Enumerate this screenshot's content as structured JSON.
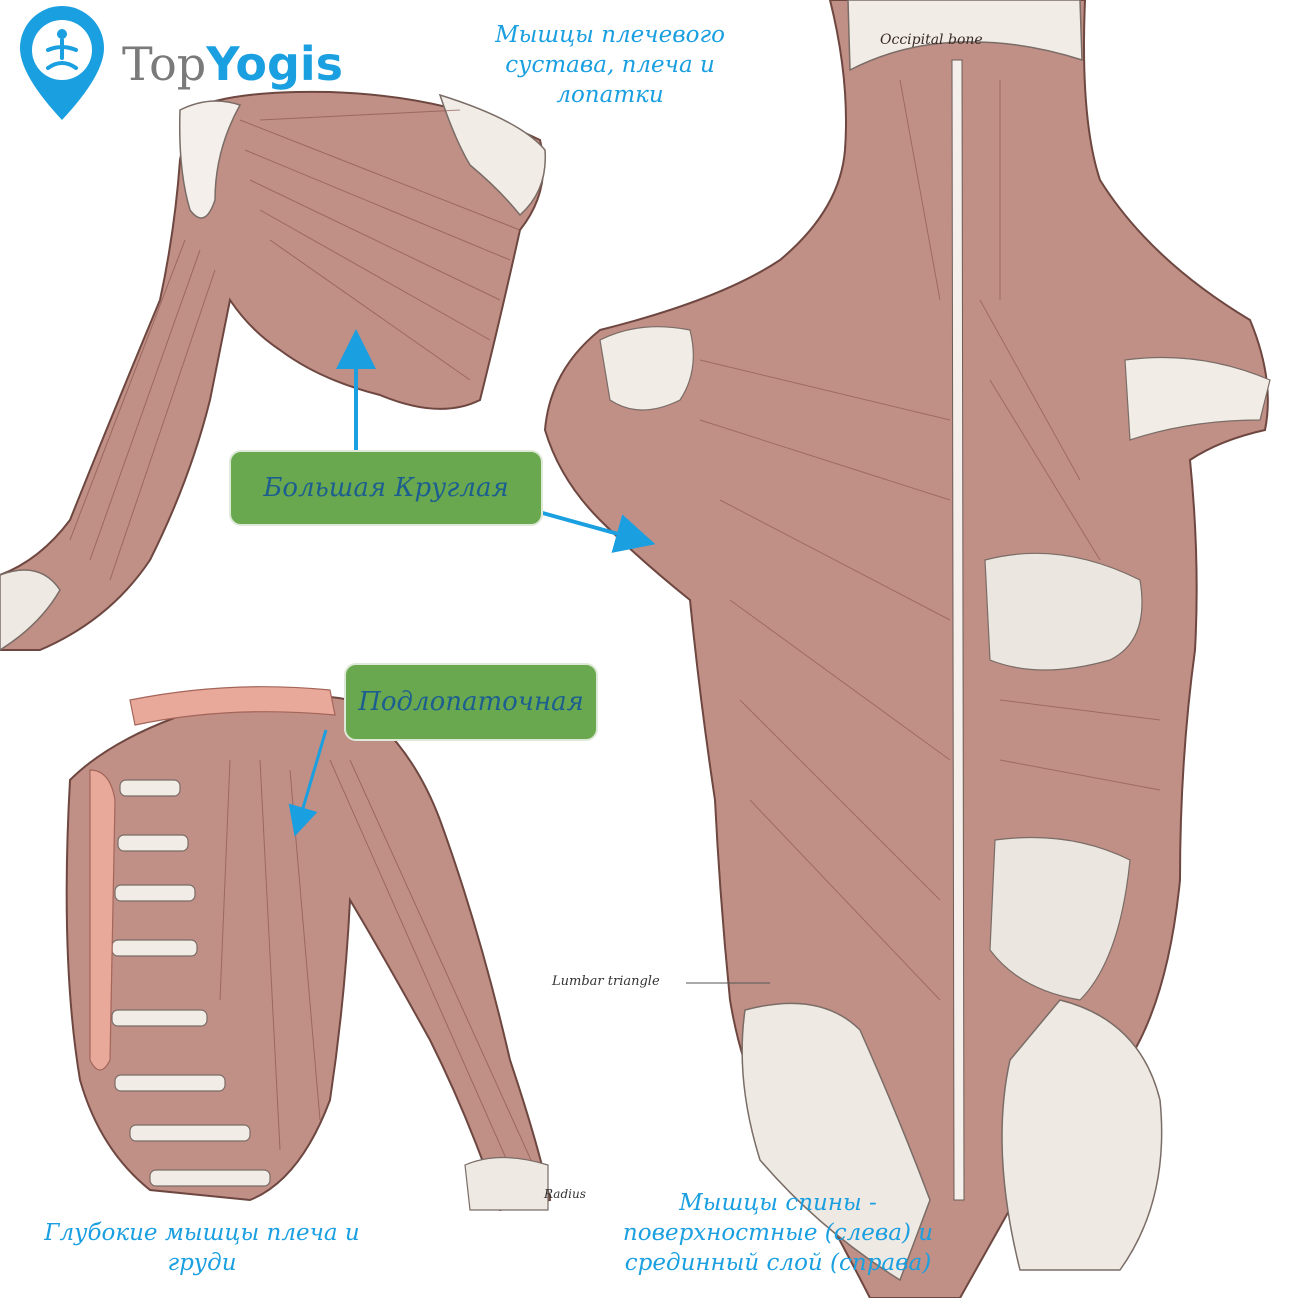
{
  "logo": {
    "brand_top": "Top",
    "brand_yogis": "Yogis",
    "brand_color": "#1a9fe0",
    "pin_icon": "location-pin-yoga-icon"
  },
  "captions": {
    "shoulder": [
      "Мышцы плечевого",
      "сустава, плеча и",
      "лопатки"
    ],
    "deep": [
      "Глубокие мышцы плеча и",
      "груди"
    ],
    "back": [
      "Мышцы спины -",
      "поверхностные (слева) и",
      "срединный слой (справа)"
    ]
  },
  "callouts": {
    "teres_major": "Большая Круглая",
    "subscapularis": "Подлопаточная",
    "fill_color": "#6aa84f",
    "text_color": "#1c5f8f",
    "arrow_color": "#1a9fe0"
  },
  "figure_labels": {
    "lumbar_triangle": "Lumbar triangle",
    "occipital_bone": "Occipital bone",
    "radius": "Radius",
    "muscle_color": "#b87a70"
  }
}
